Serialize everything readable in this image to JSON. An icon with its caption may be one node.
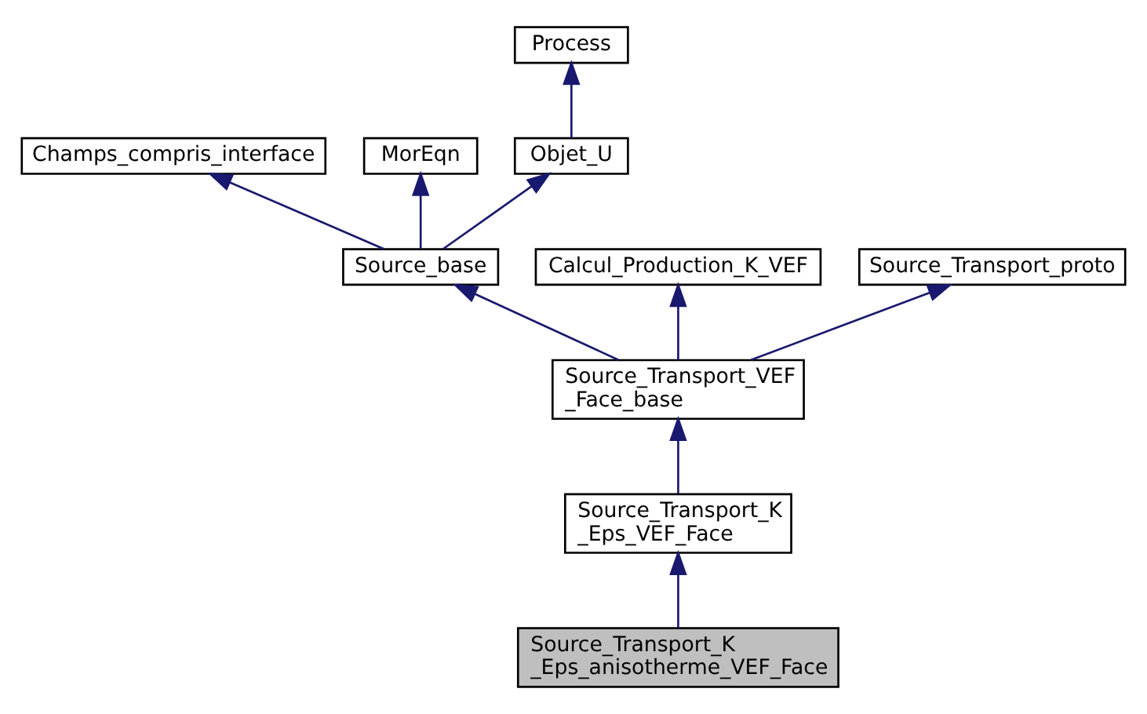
{
  "diagram": {
    "nodes": [
      {
        "text": [
          "Process"
        ]
      },
      {
        "text": [
          "Champs_compris_interface"
        ]
      },
      {
        "text": [
          "MorEqn"
        ]
      },
      {
        "text": [
          "Objet_U"
        ]
      },
      {
        "text": [
          "Source_base"
        ]
      },
      {
        "text": [
          "Calcul_Production_K_VEF"
        ]
      },
      {
        "text": [
          "Source_Transport_proto"
        ]
      },
      {
        "text": [
          "Source_Transport_VEF _Face_base"
        ]
      },
      {
        "text": [
          "Source_Transport_K _Eps_VEF_Face"
        ]
      },
      {
        "text": [
          "Source_Transport_K _Eps_anisotherme_VEF_Face"
        ]
      }
    ],
    "edges": [
      {
        "from": 3,
        "to": 0,
        "arrow": "to"
      },
      {
        "from": 4,
        "to": 1,
        "arrow": "to"
      },
      {
        "from": 4,
        "to": 2,
        "arrow": "to"
      },
      {
        "from": 4,
        "to": 3,
        "arrow": "to"
      },
      {
        "from": 7,
        "to": 4,
        "arrow": "to"
      },
      {
        "from": 7,
        "to": 5,
        "arrow": "to"
      },
      {
        "from": 7,
        "to": 6,
        "arrow": "to"
      },
      {
        "from": 8,
        "to": 7,
        "arrow": "to"
      },
      {
        "from": 9,
        "to": 8,
        "arrow": "to"
      }
    ]
  }
}
